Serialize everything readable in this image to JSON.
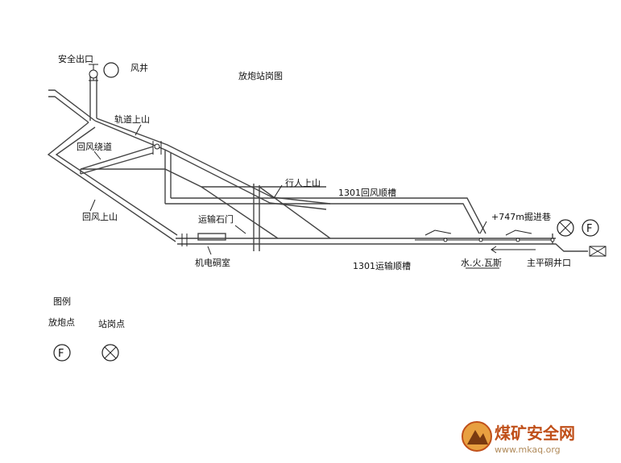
{
  "title": "放炮站岗图",
  "labels": {
    "safety_exit": "安全出口",
    "air_shaft": "风井",
    "track_uphill": "轨道上山",
    "return_air_roadway": "回风绕道",
    "return_air_uphill": "回风上山",
    "pedestrian_uphill": "行人上山",
    "return_air_trough": "1301回风顺槽",
    "transport_crosscut": "运输石门",
    "heading": "+747m掘进巷",
    "electro_chamber": "机电硐室",
    "transport_trough": "1301运输顺槽",
    "water_fire_gas": "水.火.瓦斯",
    "main_adit": "主平硐井口"
  },
  "legend": {
    "title": "图例",
    "blast_point": "放炮点",
    "guard_point": "站岗点",
    "blast_symbol": "F"
  },
  "watermark": {
    "name": "煤矿安全网",
    "url": "www.mkaq.org"
  }
}
